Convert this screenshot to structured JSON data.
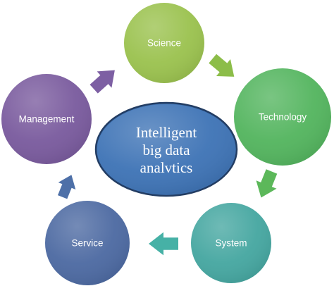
{
  "center": {
    "lines": [
      "Intelligent",
      "big data",
      "analvtics"
    ],
    "fill": "#3f74b6",
    "stroke": "#233d63"
  },
  "nodes": [
    {
      "id": "science",
      "label": "Science",
      "fill": "#9bc24f"
    },
    {
      "id": "technology",
      "label": "Technology",
      "fill": "#54b55f"
    },
    {
      "id": "system",
      "label": "System",
      "fill": "#46a7a1"
    },
    {
      "id": "service",
      "label": "Service",
      "fill": "#4d6aa2"
    },
    {
      "id": "management",
      "label": "Management",
      "fill": "#7a5b9e"
    }
  ],
  "arrows": [
    {
      "from": "science",
      "to": "technology",
      "fill": "#8cbd49"
    },
    {
      "from": "technology",
      "to": "system",
      "fill": "#5cb85a"
    },
    {
      "from": "system",
      "to": "service",
      "fill": "#46b1a6"
    },
    {
      "from": "service",
      "to": "management",
      "fill": "#4e70a8"
    },
    {
      "from": "management",
      "to": "science",
      "fill": "#7d5fa3"
    }
  ]
}
